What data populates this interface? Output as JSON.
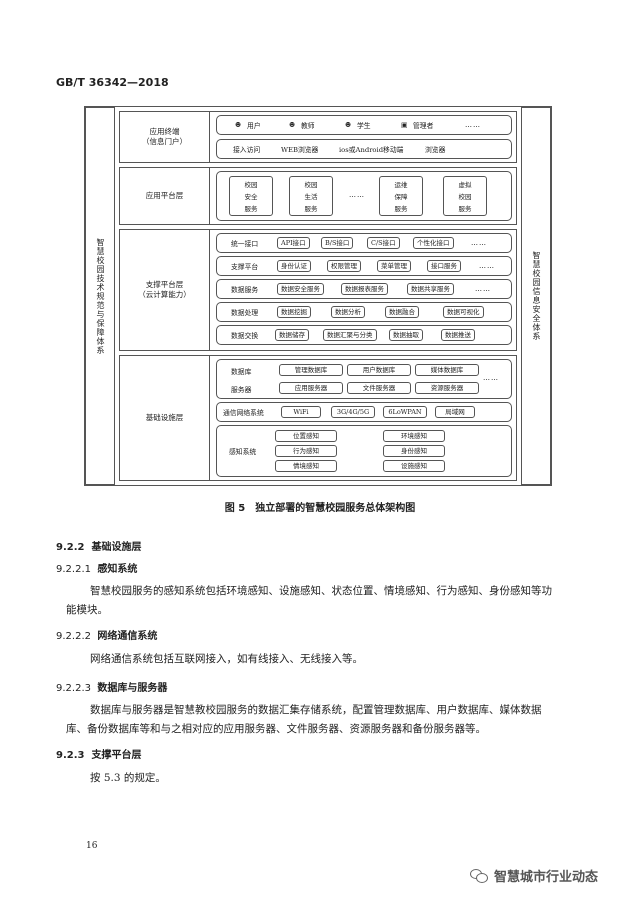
{
  "header": {
    "standard": "GB/T 36342—2018"
  },
  "diagram": {
    "left_side": "智慧校园技术规范与保障体系",
    "right_side": "智慧校园信息安全体系",
    "layers": {
      "terminal": {
        "name_line1": "应用终端",
        "name_line2": "（信息门户）",
        "users": [
          "用户",
          "教师",
          "学生",
          "管理者"
        ],
        "users_dots": "……",
        "access_label": "接入访问",
        "access_items": [
          "WEB浏览器",
          "ios或Android移动端",
          "浏览器"
        ]
      },
      "app_platform": {
        "name": "应用平台层",
        "cards": [
          [
            "校园",
            "安全",
            "服务"
          ],
          [
            "校园",
            "生活",
            "服务"
          ],
          [
            "运维",
            "保障",
            "服务"
          ],
          [
            "虚拟",
            "校园",
            "服务"
          ]
        ],
        "dots": "……"
      },
      "support": {
        "name_line1": "支撑平台层",
        "name_line2": "（云计算能力）",
        "rows": [
          {
            "label": "统一接口",
            "items": [
              "API接口",
              "B/S接口",
              "C/S接口",
              "个性化接口"
            ],
            "dots": "……"
          },
          {
            "label": "支撑平台",
            "items": [
              "身份认证",
              "权限管理",
              "菜单管理",
              "接口服务"
            ],
            "dots": "……"
          },
          {
            "label": "数据服务",
            "items": [
              "数据安全服务",
              "数据报表服务",
              "数据共享服务"
            ],
            "dots": "……"
          },
          {
            "label": "数据处理",
            "items": [
              "数据挖掘",
              "数据分析",
              "数据融合",
              "数据可视化"
            ],
            "dots": ""
          },
          {
            "label": "数据交换",
            "items": [
              "数据储存",
              "数据汇聚与分类",
              "数据抽取",
              "数据推送"
            ],
            "dots": ""
          }
        ]
      },
      "infra": {
        "name": "基础设施层",
        "db_label": "数据库",
        "server_label": "服务器",
        "databases": [
          "管理数据库",
          "用户数据库",
          "媒体数据库"
        ],
        "servers": [
          "应用服务器",
          "文件服务器",
          "资源服务器"
        ],
        "dots": "……",
        "network_label": "通信网络系统",
        "networks": [
          "WiFi",
          "3G/4G/5G",
          "6LoWPAN",
          "局域网"
        ],
        "sensing_label": "感知系统",
        "sensing_left": [
          "位置感知",
          "行为感知",
          "情境感知"
        ],
        "sensing_right": [
          "环境感知",
          "身份感知",
          "设施感知"
        ]
      }
    }
  },
  "figure_caption": "图 5　独立部署的智慧校园服务总体架构图",
  "sections": [
    {
      "num": "9.2.2",
      "title": "基础设施层"
    },
    {
      "num": "9.2.2.1",
      "title": "感知系统"
    },
    {
      "num": "9.2.2.2",
      "title": "网络通信系统"
    },
    {
      "num": "9.2.2.3",
      "title": "数据库与服务器"
    },
    {
      "num": "9.2.3",
      "title": "支撑平台层"
    }
  ],
  "paragraphs": {
    "p1_line1": "智慧校园服务的感知系统包括环境感知、设施感知、状态位置、情境感知、行为感知、身份感知等功",
    "p1_line2": "能模块。",
    "p2": "网络通信系统包括互联网接入，如有线接入、无线接入等。",
    "p3_line1": "数据库与服务器是智慧教校园服务的数据汇集存储系统，配置管理数据库、用户数据库、媒体数据",
    "p3_line2": "库、备份数据库等和与之相对应的应用服务器、文件服务器、资源服务器和备份服务器等。",
    "p4": "按 5.3 的规定。"
  },
  "page_number": "16",
  "watermark": "智慧城市行业动态"
}
